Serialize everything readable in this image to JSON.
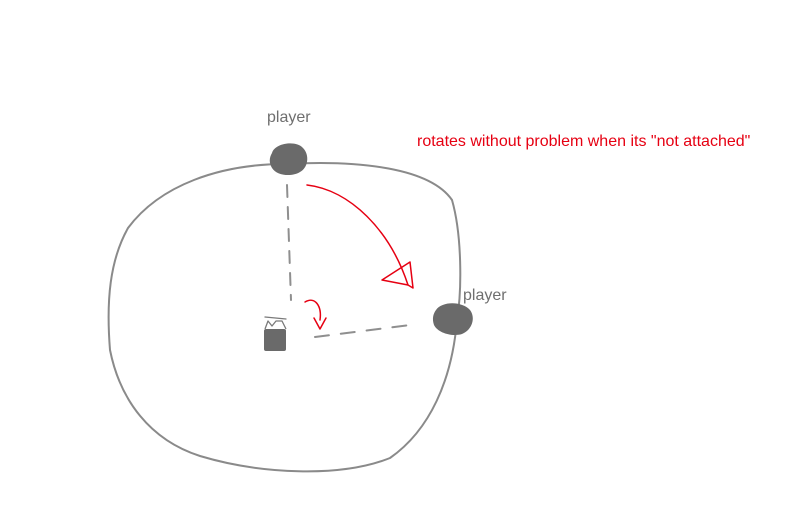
{
  "labels": {
    "player_top": "player",
    "player_right": "player"
  },
  "annotation": {
    "text": "rotates without problem when its \"not attached\""
  },
  "colors": {
    "sketch_stroke": "#8a8a8a",
    "player_fill": "#6a6a6a",
    "guide_dash": "#8f8f8f",
    "arrow_red": "#e60012",
    "label_gray": "#6f6f6f"
  },
  "icons": {
    "center_object": "box-with-flaps-icon"
  }
}
